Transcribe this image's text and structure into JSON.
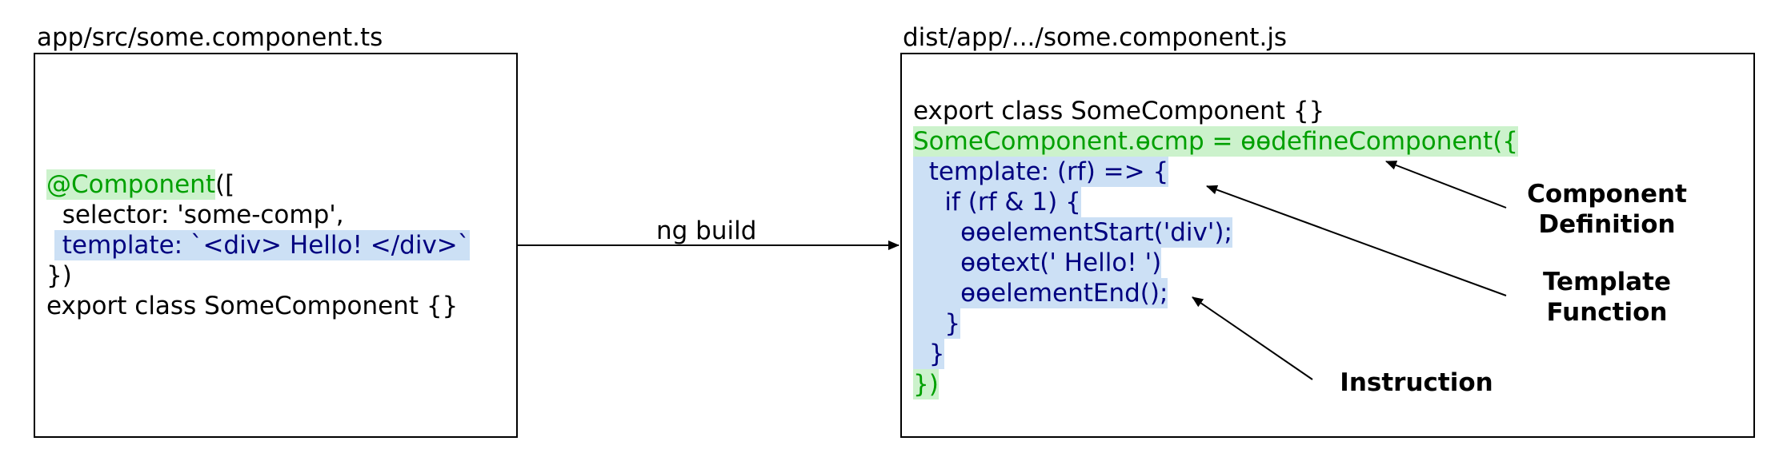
{
  "left": {
    "title": "app/src/some.component.ts",
    "lines": [
      [
        {
          "text": "@Component",
          "hl": "green"
        },
        {
          "text": "([",
          "hl": "none"
        }
      ],
      [
        {
          "text": "  selector: 'some-comp',",
          "hl": "none"
        }
      ],
      [
        {
          "text": " ",
          "hl": "none"
        },
        {
          "text": " template: `<div> Hello! </div>`",
          "hl": "blue"
        }
      ],
      [
        {
          "text": "})",
          "hl": "none"
        }
      ],
      [
        {
          "text": "export class SomeComponent {}",
          "hl": "none"
        }
      ]
    ]
  },
  "right": {
    "title": "dist/app/.../some.component.js",
    "lines": [
      [
        {
          "text": "export class SomeComponent {}",
          "hl": "none"
        }
      ],
      [
        {
          "text": "SomeComponent.ɵcmp = ɵɵdefineComponent({",
          "hl": "green"
        }
      ],
      [
        {
          "text": "  template: (rf) => {",
          "hl": "blue"
        }
      ],
      [
        {
          "text": "    if (rf & 1) {",
          "hl": "blue"
        }
      ],
      [
        {
          "text": "      ɵɵelementStart('div');",
          "hl": "blue"
        }
      ],
      [
        {
          "text": "      ɵɵtext(' Hello! ')",
          "hl": "blue"
        }
      ],
      [
        {
          "text": "      ɵɵelementEnd();",
          "hl": "blue"
        }
      ],
      [
        {
          "text": "    }",
          "hl": "blue"
        }
      ],
      [
        {
          "text": "  }",
          "hl": "blue"
        }
      ],
      [
        {
          "text": "})",
          "hl": "green"
        }
      ]
    ]
  },
  "arrow_label": "ng build",
  "callouts": {
    "component_definition": "Component\nDefinition",
    "template_function": "Template\nFunction",
    "instruction": "Instruction"
  }
}
